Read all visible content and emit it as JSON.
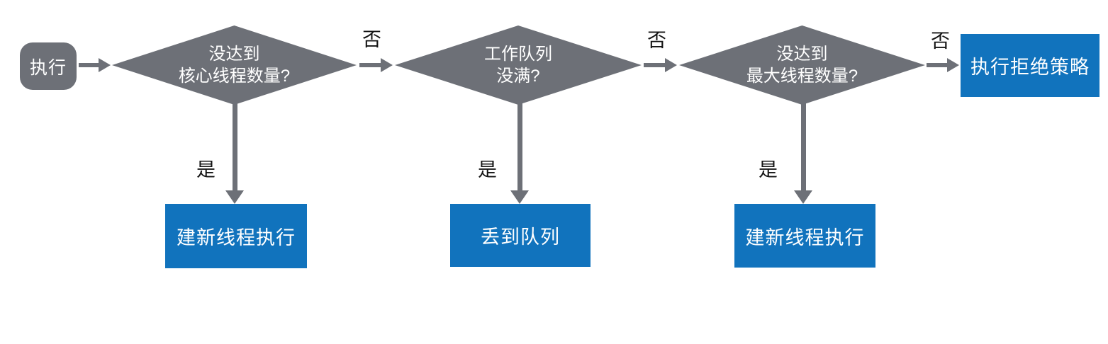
{
  "colors": {
    "background": "#ffffff",
    "node_gray": "#6d7077",
    "action_blue": "#1173bd",
    "node_text": "#ffffff",
    "edge_label_text": "#141414"
  },
  "flow": {
    "start": {
      "label": "执行"
    },
    "decisions": [
      {
        "line1": "没达到",
        "line2": "核心线程数量?"
      },
      {
        "line1": "工作队列",
        "line2": "没满?"
      },
      {
        "line1": "没达到",
        "line2": "最大线程数量?"
      }
    ],
    "edge_labels": {
      "no1": "否",
      "no2": "否",
      "no3": "否",
      "yes1": "是",
      "yes2": "是",
      "yes3": "是"
    },
    "actions": [
      {
        "label": "建新线程执行"
      },
      {
        "label": "丢到队列"
      },
      {
        "label": "建新线程执行"
      },
      {
        "label": "执行拒绝策略"
      }
    ]
  }
}
